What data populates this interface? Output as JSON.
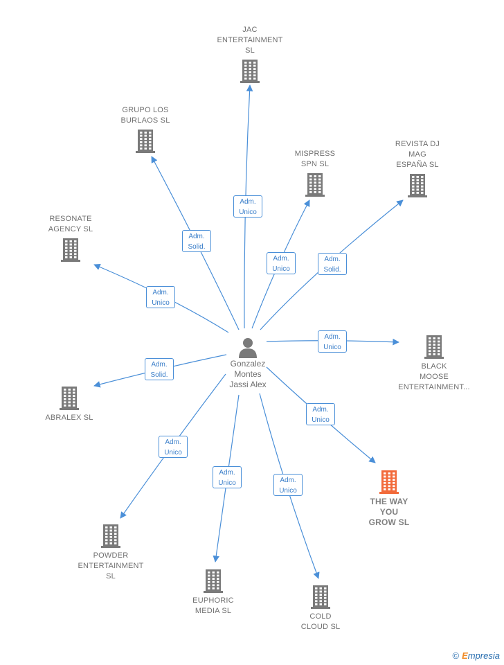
{
  "center": {
    "name": "Gonzalez\nMontes\nJassi Alex",
    "icon": "person-icon"
  },
  "companies": [
    {
      "id": "jac",
      "name": "JAC\nENTERTAINMENT\nSL",
      "highlight": false
    },
    {
      "id": "grupo",
      "name": "GRUPO LOS\nBURLAOS  SL",
      "highlight": false
    },
    {
      "id": "mispress",
      "name": "MISPRESS\nSPN  SL",
      "highlight": false
    },
    {
      "id": "revista",
      "name": "REVISTA DJ\nMAG\nESPAÑA  SL",
      "highlight": false
    },
    {
      "id": "resonate",
      "name": "RESONATE\nAGENCY  SL",
      "highlight": false
    },
    {
      "id": "black",
      "name": "BLACK\nMOOSE\nENTERTAINMENT...",
      "highlight": false
    },
    {
      "id": "abralex",
      "name": "ABRALEX SL",
      "highlight": false
    },
    {
      "id": "theway",
      "name": "THE WAY\nYOU\nGROW  SL",
      "highlight": true
    },
    {
      "id": "powder",
      "name": "POWDER\nENTERTAINMENT\nSL",
      "highlight": false
    },
    {
      "id": "euphoric",
      "name": "EUPHORIC\nMEDIA  SL",
      "highlight": false
    },
    {
      "id": "cold",
      "name": "COLD\nCLOUD  SL",
      "highlight": false
    }
  ],
  "relations": [
    {
      "to": "jac",
      "role_1": "Adm.",
      "role_2": "Unico"
    },
    {
      "to": "grupo",
      "role_1": "Adm.",
      "role_2": "Solid."
    },
    {
      "to": "mispress",
      "role_1": "Adm.",
      "role_2": "Unico"
    },
    {
      "to": "revista",
      "role_1": "Adm.",
      "role_2": "Solid."
    },
    {
      "to": "resonate",
      "role_1": "Adm.",
      "role_2": "Unico"
    },
    {
      "to": "black",
      "role_1": "Adm.",
      "role_2": "Unico"
    },
    {
      "to": "abralex",
      "role_1": "Adm.",
      "role_2": "Solid."
    },
    {
      "to": "theway",
      "role_1": "Adm.",
      "role_2": "Unico"
    },
    {
      "to": "powder",
      "role_1": "Adm.",
      "role_2": "Unico"
    },
    {
      "to": "euphoric",
      "role_1": "Adm.",
      "role_2": "Unico"
    },
    {
      "to": "cold",
      "role_1": "Adm.",
      "role_2": "Unico"
    }
  ],
  "colors": {
    "edge": "#4a8fd8",
    "building": "#7a7a7a",
    "building_highlight": "#f26a3a",
    "person": "#7a7a7a"
  },
  "footer": {
    "copyright": "©",
    "brand_initial": "E",
    "brand_rest": "mpresia"
  }
}
